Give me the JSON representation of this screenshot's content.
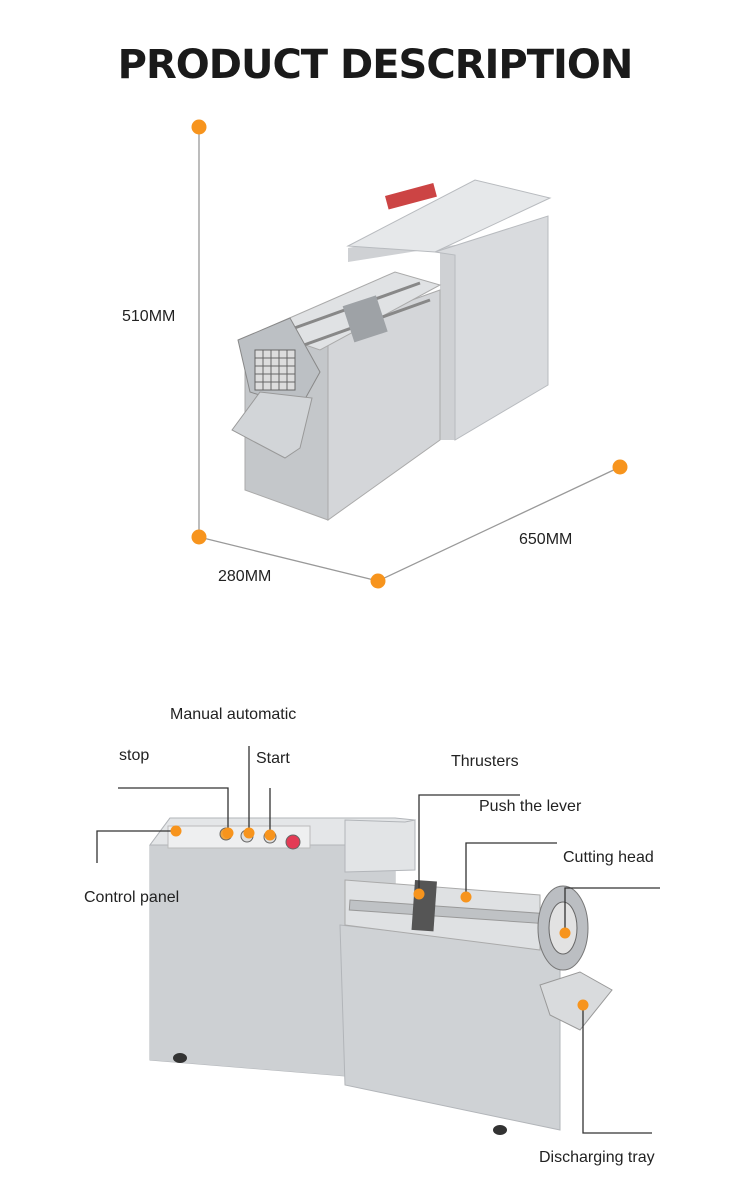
{
  "header": {
    "title": "PRODUCT DESCRIPTION"
  },
  "dimensions": {
    "height": "510MM",
    "length": "650MM",
    "width": "280MM"
  },
  "parts": {
    "manual_automatic": "Manual automatic",
    "stop": "stop",
    "start": "Start",
    "thrusters": "Thrusters",
    "push_lever": "Push the lever",
    "cutting_head": "Cutting head",
    "control_panel": "Control panel",
    "discharging_tray": "Discharging tray"
  },
  "colors": {
    "marker": "#f7941d",
    "steel": "#c9cbcd",
    "steel_dark": "#a6a9ad",
    "leader": "#333333"
  }
}
